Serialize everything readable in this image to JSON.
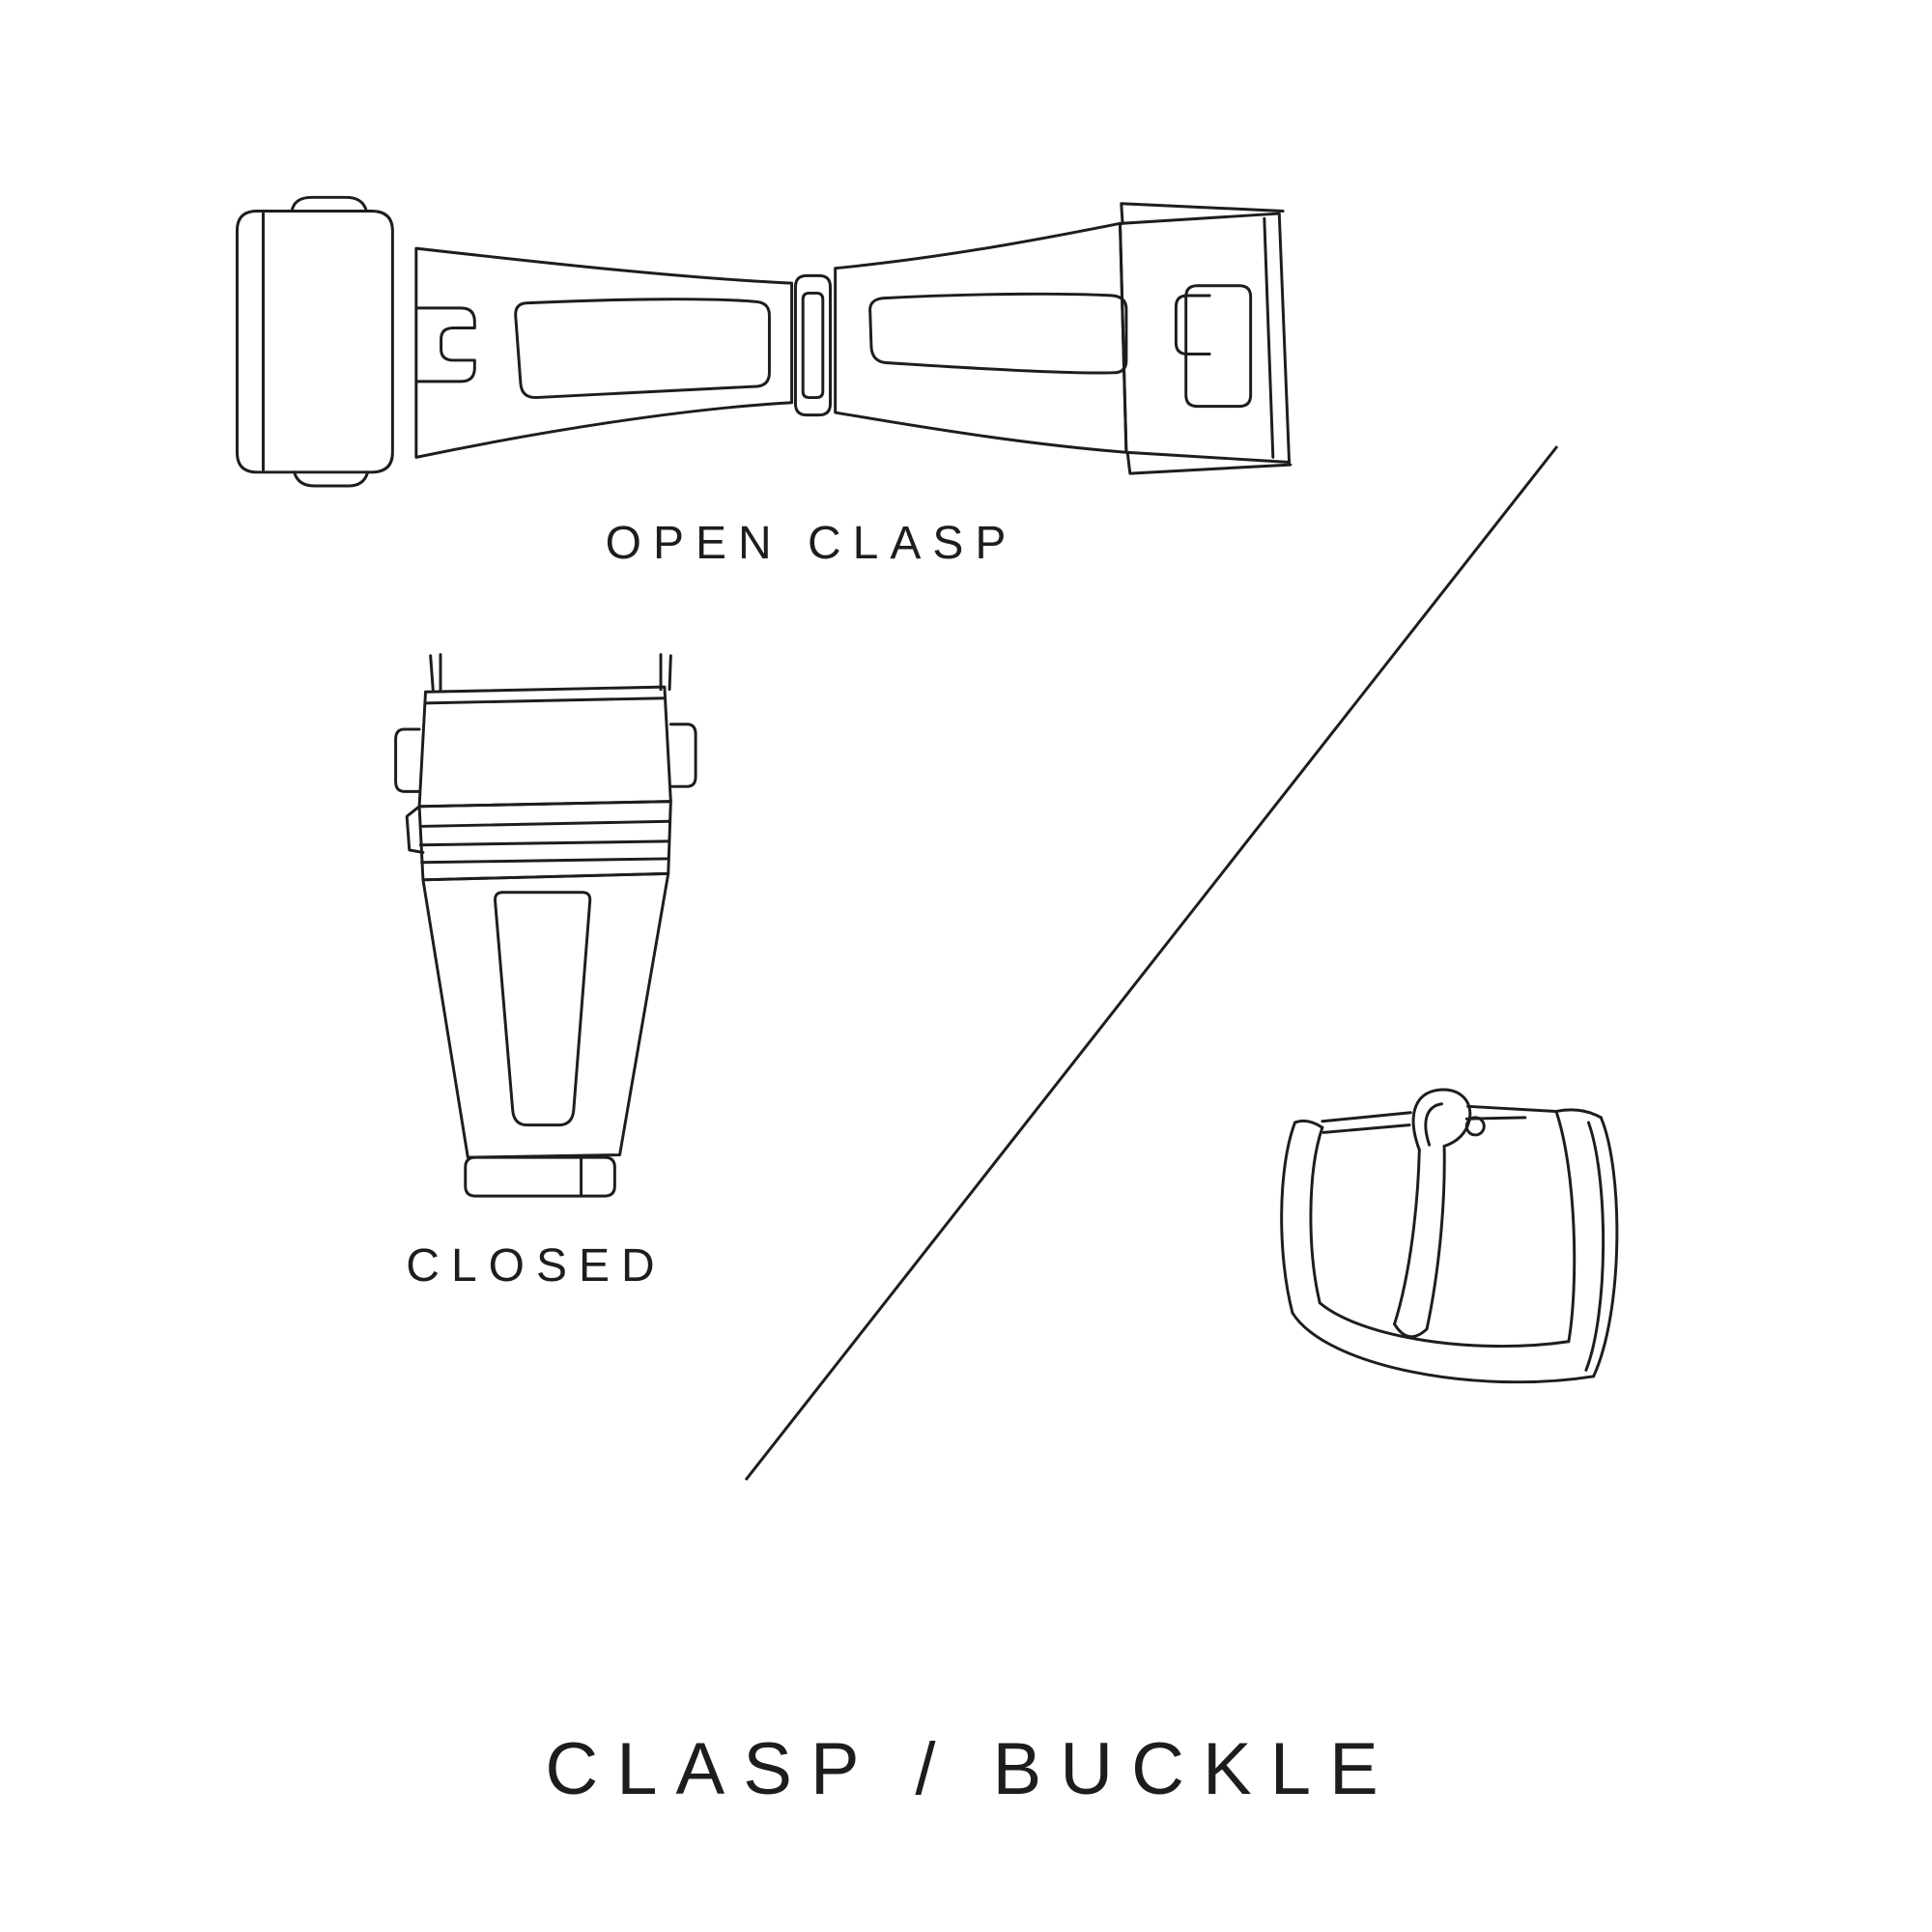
{
  "title": "CLASP / BUCKLE",
  "labels": {
    "open_clasp": "OPEN CLASP",
    "closed": "CLOSED"
  },
  "colors": {
    "line": "#1d1d1b",
    "background": "#ffffff"
  }
}
